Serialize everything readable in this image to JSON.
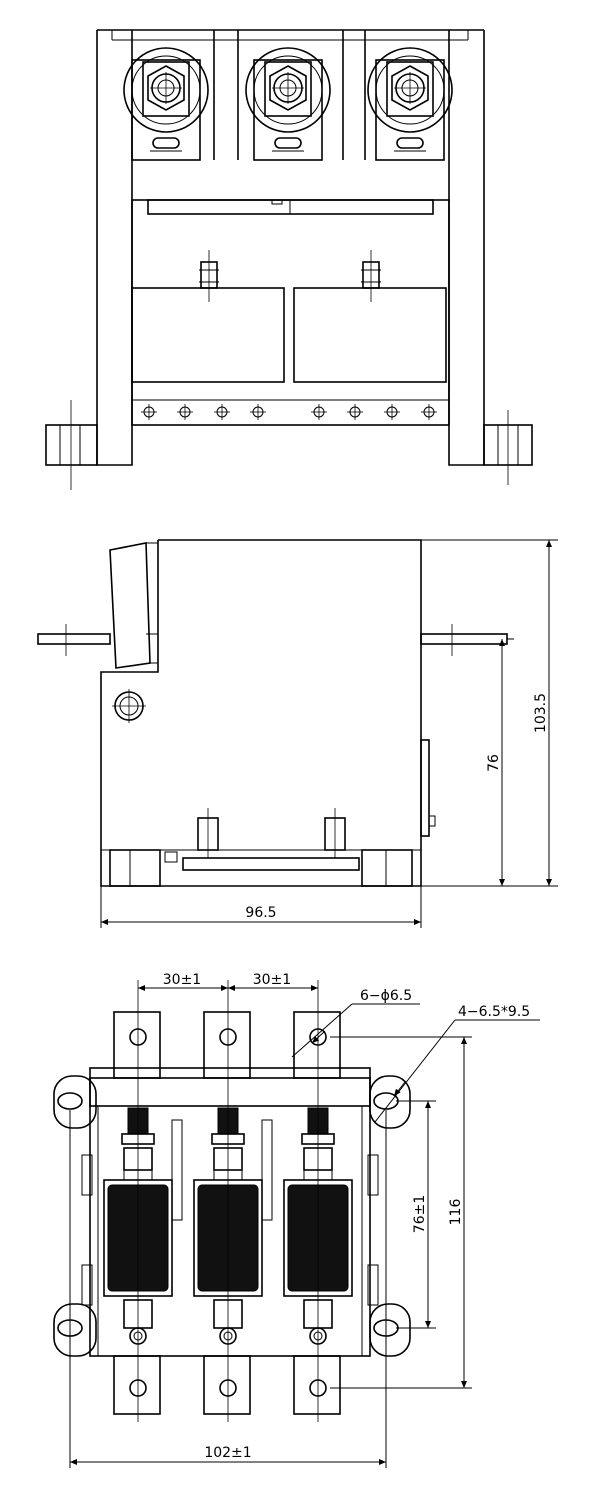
{
  "drawing": {
    "side_view": {
      "height_label": "103.5",
      "mount_height_label": "76",
      "length_label": "96.5"
    },
    "bottom_view": {
      "pitch_label_1": "30±1",
      "pitch_label_2": "30±1",
      "hole_callout": "6−ϕ6.5",
      "slot_callout": "4−6.5*9.5",
      "mount_spacing_label": "76±1",
      "total_height_label": "116",
      "width_label": "102±1"
    }
  }
}
